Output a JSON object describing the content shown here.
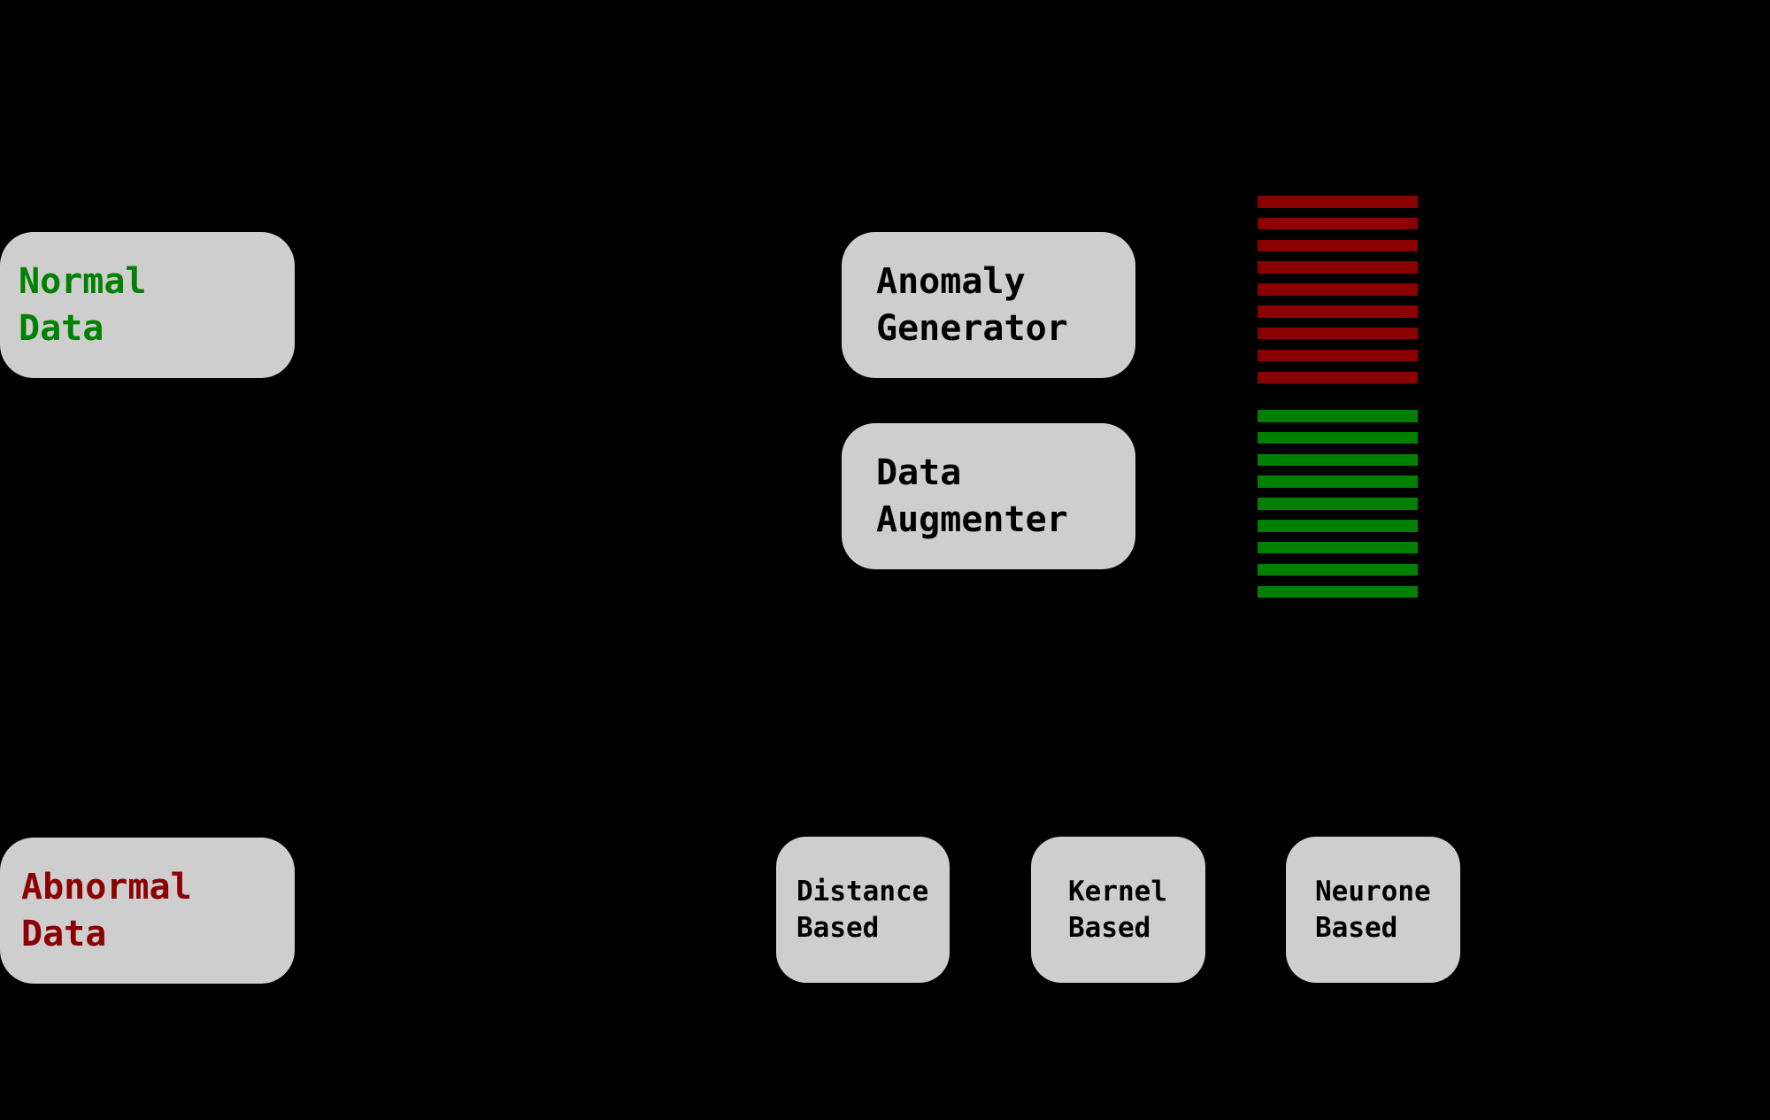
{
  "diagram": {
    "background_color": "#000000",
    "node_fill_color": "#cecece",
    "nodes": {
      "normal_data": {
        "line1": "Normal",
        "line2": "Data",
        "text_color": "#008000"
      },
      "anomaly_generator": {
        "line1": "Anomaly",
        "line2": "Generator",
        "text_color": "#000000"
      },
      "data_augmenter": {
        "line1": "Data",
        "line2": "Augmenter",
        "text_color": "#000000"
      },
      "abnormal_data": {
        "line1": "Abnormal",
        "line2": "Data",
        "text_color": "#8b0000"
      },
      "distance_based": {
        "line1": "Distance",
        "line2": "Based",
        "text_color": "#000000"
      },
      "kernel_based": {
        "line1": "Kernel",
        "line2": "Based",
        "text_color": "#000000"
      },
      "neurone_based": {
        "line1": "Neurone",
        "line2": "Based",
        "text_color": "#000000"
      }
    },
    "stripes": {
      "groups": [
        {
          "name": "red-stripe-stack",
          "count": 9,
          "color": "#8b0000"
        },
        {
          "name": "green-stripe-stack",
          "count": 9,
          "color": "#008000"
        }
      ]
    }
  }
}
